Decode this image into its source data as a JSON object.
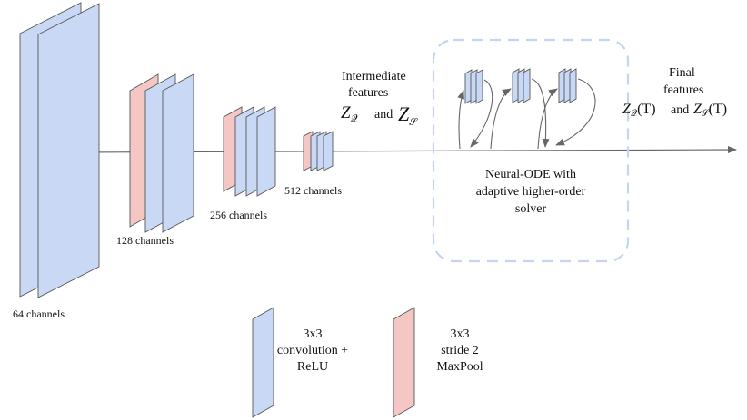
{
  "colors": {
    "conv": "#c9d9f5",
    "pool": "#f4c7c5",
    "stroke": "#555555",
    "arrow": "#666666",
    "dashed_box": "#c3d5f2"
  },
  "stages": [
    {
      "channels_label": "64 channels"
    },
    {
      "channels_label": "128 channels"
    },
    {
      "channels_label": "256 channels"
    },
    {
      "channels_label": "512 channels"
    }
  ],
  "intermediate": {
    "line1": "Intermediate",
    "line2": "features",
    "z_q": "Z",
    "and": "and",
    "z_s": "Z"
  },
  "final": {
    "line1": "Final",
    "line2": "features",
    "z_q_t": "Z",
    "t_arg": "(T)",
    "and": "and",
    "z_s_t": "Z"
  },
  "node": {
    "line1": "Neural-ODE with",
    "line2": "adaptive higher-order",
    "line3": "solver"
  },
  "legend": {
    "conv": {
      "line1": "3x3",
      "line2": "convolution +",
      "line3": "ReLU"
    },
    "pool": {
      "line1": "3x3",
      "line2": "stride 2",
      "line3": "MaxPool"
    }
  }
}
